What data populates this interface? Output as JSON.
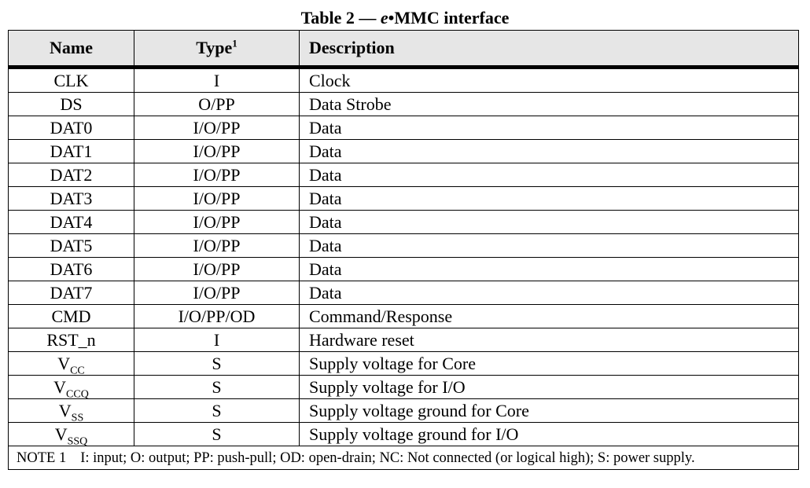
{
  "title": {
    "prefix": "Table 2 — ",
    "italic": "e",
    "suffix": "•MMC interface"
  },
  "headers": {
    "name": "Name",
    "type": "Type",
    "type_sup": "1",
    "description": "Description"
  },
  "rows": [
    {
      "name": "CLK",
      "type": "I",
      "description": "Clock"
    },
    {
      "name": "DS",
      "type": "O/PP",
      "description": "Data Strobe"
    },
    {
      "name": "DAT0",
      "type": "I/O/PP",
      "description": "Data"
    },
    {
      "name": "DAT1",
      "type": "I/O/PP",
      "description": "Data"
    },
    {
      "name": "DAT2",
      "type": "I/O/PP",
      "description": "Data"
    },
    {
      "name": "DAT3",
      "type": "I/O/PP",
      "description": "Data"
    },
    {
      "name": "DAT4",
      "type": "I/O/PP",
      "description": "Data"
    },
    {
      "name": "DAT5",
      "type": "I/O/PP",
      "description": "Data"
    },
    {
      "name": "DAT6",
      "type": "I/O/PP",
      "description": "Data"
    },
    {
      "name": "DAT7",
      "type": "I/O/PP",
      "description": "Data"
    },
    {
      "name": "CMD",
      "type": "I/O/PP/OD",
      "description": "Command/Response"
    },
    {
      "name": "RST_n",
      "type": "I",
      "description": "Hardware reset"
    },
    {
      "name": "V",
      "name_sub": "CC",
      "type": "S",
      "description": "Supply voltage for Core"
    },
    {
      "name": "V",
      "name_sub": "CCQ",
      "type": "S",
      "description": "Supply voltage for I/O"
    },
    {
      "name": "V",
      "name_sub": "SS",
      "type": "S",
      "description": "Supply voltage ground for Core"
    },
    {
      "name": "V",
      "name_sub": "SSQ",
      "type": "S",
      "description": "Supply voltage ground for I/O"
    }
  ],
  "note": {
    "label": "NOTE 1",
    "text": "I: input; O: output; PP: push-pull; OD: open-drain; NC: Not connected (or logical high); S: power supply."
  }
}
